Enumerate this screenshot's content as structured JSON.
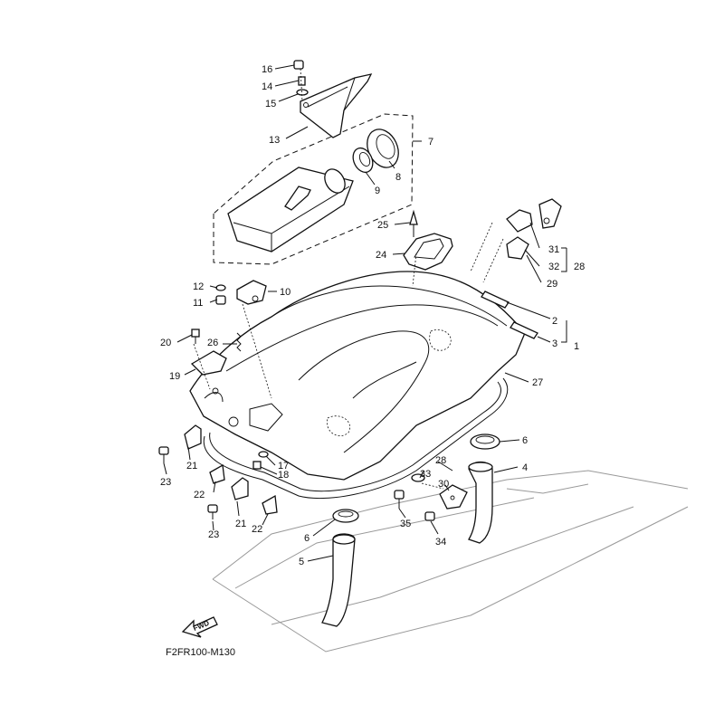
{
  "diagram": {
    "code": "F2FR100-M130",
    "fwd_label": "FWD",
    "callouts": [
      {
        "id": "c16",
        "text": "16"
      },
      {
        "id": "c14",
        "text": "14"
      },
      {
        "id": "c15",
        "text": "15"
      },
      {
        "id": "c13",
        "text": "13"
      },
      {
        "id": "c7",
        "text": "7"
      },
      {
        "id": "c8",
        "text": "8"
      },
      {
        "id": "c9",
        "text": "9"
      },
      {
        "id": "c25",
        "text": "25"
      },
      {
        "id": "c24",
        "text": "24"
      },
      {
        "id": "c12",
        "text": "12"
      },
      {
        "id": "c10",
        "text": "10"
      },
      {
        "id": "c11",
        "text": "11"
      },
      {
        "id": "c31",
        "text": "31"
      },
      {
        "id": "c32",
        "text": "32"
      },
      {
        "id": "c28a",
        "text": "28"
      },
      {
        "id": "c29",
        "text": "29"
      },
      {
        "id": "c2",
        "text": "2"
      },
      {
        "id": "c3",
        "text": "3"
      },
      {
        "id": "c1",
        "text": "1"
      },
      {
        "id": "c20",
        "text": "20"
      },
      {
        "id": "c26",
        "text": "26"
      },
      {
        "id": "c19",
        "text": "19"
      },
      {
        "id": "c27",
        "text": "27"
      },
      {
        "id": "c6a",
        "text": "6"
      },
      {
        "id": "c4",
        "text": "4"
      },
      {
        "id": "c21a",
        "text": "21"
      },
      {
        "id": "c23a",
        "text": "23"
      },
      {
        "id": "c17",
        "text": "17"
      },
      {
        "id": "c18",
        "text": "18"
      },
      {
        "id": "c28b",
        "text": "28"
      },
      {
        "id": "c33",
        "text": "33"
      },
      {
        "id": "c30",
        "text": "30"
      },
      {
        "id": "c22a",
        "text": "22"
      },
      {
        "id": "c21b",
        "text": "21"
      },
      {
        "id": "c22b",
        "text": "22"
      },
      {
        "id": "c23b",
        "text": "23"
      },
      {
        "id": "c35",
        "text": "35"
      },
      {
        "id": "c34",
        "text": "34"
      },
      {
        "id": "c6b",
        "text": "6"
      },
      {
        "id": "c5",
        "text": "5"
      }
    ]
  }
}
